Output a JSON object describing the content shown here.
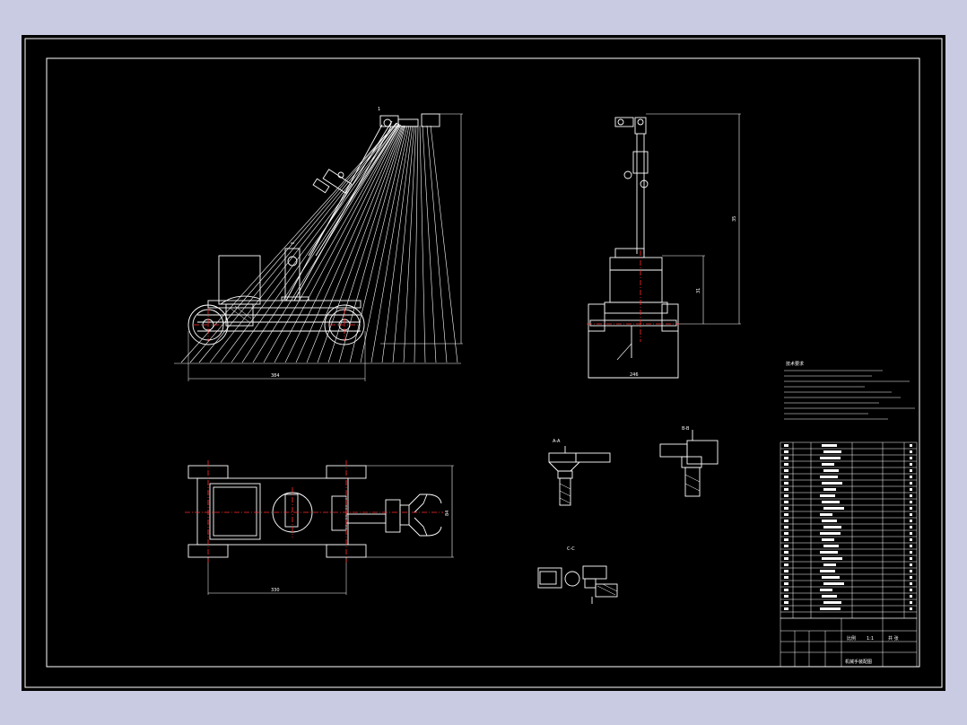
{
  "colors": {
    "app_background": "#c9cbe2",
    "canvas": "#000000",
    "line": "#ffffff",
    "centerline": "#ff2a2a"
  },
  "notes_heading": "技术要求",
  "labels": {
    "front_top": "1",
    "side_height": "35",
    "side_mid": "31",
    "front_width": "384",
    "side_width": "246",
    "plan_width": "330",
    "plan_side": "84",
    "section_a": "A-A",
    "section_b": "B-B",
    "section_c": "C-C"
  },
  "title_block": {
    "scale_label": "比例",
    "scale": "1:1",
    "sheet": "共 张",
    "drawing_title": "机械手装配图"
  }
}
